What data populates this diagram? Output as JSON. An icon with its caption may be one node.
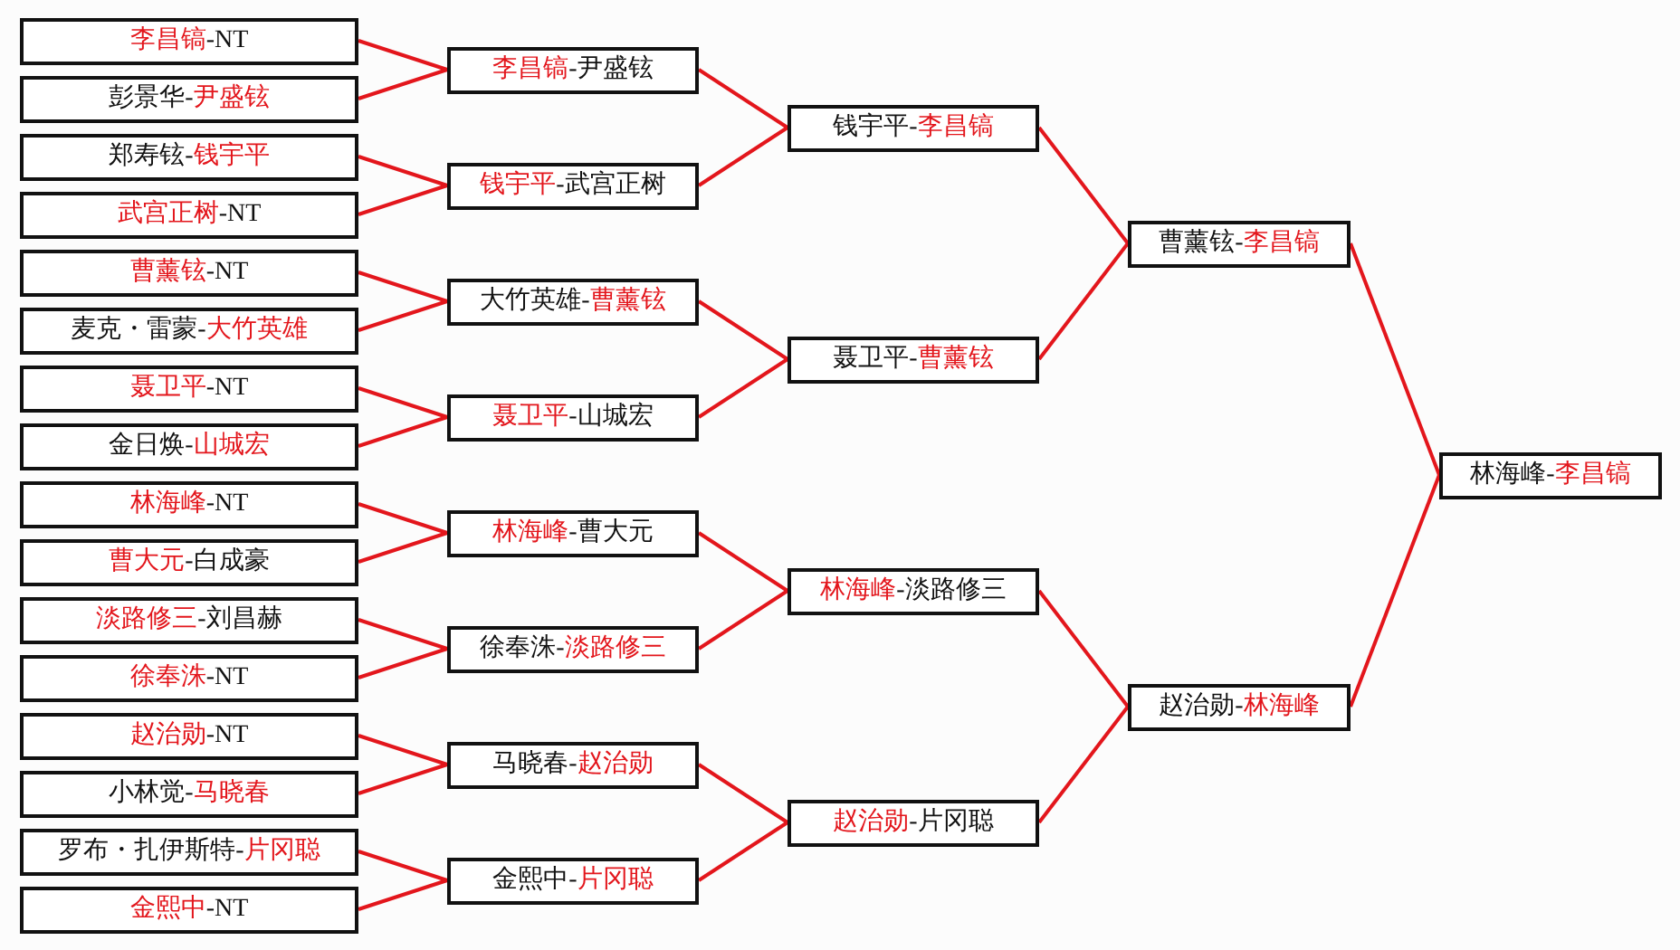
{
  "diagram": {
    "nodes": [
      {
        "text": [
          "李昌镐-NT"
        ]
      },
      {
        "text": [
          "彭景华-尹盛铉"
        ]
      },
      {
        "text": [
          "郑寿铉-钱宇平"
        ]
      },
      {
        "text": [
          "武宫正树-NT"
        ]
      },
      {
        "text": [
          "曹薰铉-NT"
        ]
      },
      {
        "text": [
          "麦克・雷蒙-大竹英雄"
        ]
      },
      {
        "text": [
          "聂卫平-NT"
        ]
      },
      {
        "text": [
          "金日焕-山城宏"
        ]
      },
      {
        "text": [
          "林海峰-NT"
        ]
      },
      {
        "text": [
          "曹大元-白成豪"
        ]
      },
      {
        "text": [
          "淡路修三-刘昌赫"
        ]
      },
      {
        "text": [
          "徐奉洙-NT"
        ]
      },
      {
        "text": [
          "赵治勋-NT"
        ]
      },
      {
        "text": [
          "小林觉-马晓春"
        ]
      },
      {
        "text": [
          "罗布・扎伊斯特-片冈聪"
        ]
      },
      {
        "text": [
          "金熙中-NT"
        ]
      },
      {
        "text": [
          "李昌镐-尹盛铉"
        ]
      },
      {
        "text": [
          "钱宇平-武宫正树"
        ]
      },
      {
        "text": [
          "大竹英雄-曹薰铉"
        ]
      },
      {
        "text": [
          "聂卫平-山城宏"
        ]
      },
      {
        "text": [
          "林海峰-曹大元"
        ]
      },
      {
        "text": [
          "徐奉洙-淡路修三"
        ]
      },
      {
        "text": [
          "马晓春-赵治勋"
        ]
      },
      {
        "text": [
          "金熙中-片冈聪"
        ]
      },
      {
        "text": [
          "钱宇平-李昌镐"
        ]
      },
      {
        "text": [
          "聂卫平-曹薰铉"
        ]
      },
      {
        "text": [
          "林海峰-淡路修三"
        ]
      },
      {
        "text": [
          "赵治勋-片冈聪"
        ]
      },
      {
        "text": [
          "曹薰铉-李昌镐"
        ]
      },
      {
        "text": [
          "赵治勋-林海峰"
        ]
      },
      {
        "text": [
          "林海峰-李昌镐"
        ]
      }
    ],
    "edges": [
      {
        "from": 0,
        "to": 16,
        "arrow": "none"
      },
      {
        "from": 1,
        "to": 16,
        "arrow": "none"
      },
      {
        "from": 2,
        "to": 17,
        "arrow": "none"
      },
      {
        "from": 3,
        "to": 17,
        "arrow": "none"
      },
      {
        "from": 4,
        "to": 18,
        "arrow": "none"
      },
      {
        "from": 5,
        "to": 18,
        "arrow": "none"
      },
      {
        "from": 6,
        "to": 19,
        "arrow": "none"
      },
      {
        "from": 7,
        "to": 19,
        "arrow": "none"
      },
      {
        "from": 8,
        "to": 20,
        "arrow": "none"
      },
      {
        "from": 9,
        "to": 20,
        "arrow": "none"
      },
      {
        "from": 10,
        "to": 21,
        "arrow": "none"
      },
      {
        "from": 11,
        "to": 21,
        "arrow": "none"
      },
      {
        "from": 12,
        "to": 22,
        "arrow": "none"
      },
      {
        "from": 13,
        "to": 22,
        "arrow": "none"
      },
      {
        "from": 14,
        "to": 23,
        "arrow": "none"
      },
      {
        "from": 15,
        "to": 23,
        "arrow": "none"
      },
      {
        "from": 16,
        "to": 24,
        "arrow": "none"
      },
      {
        "from": 17,
        "to": 24,
        "arrow": "none"
      },
      {
        "from": 18,
        "to": 25,
        "arrow": "none"
      },
      {
        "from": 19,
        "to": 25,
        "arrow": "none"
      },
      {
        "from": 20,
        "to": 26,
        "arrow": "none"
      },
      {
        "from": 21,
        "to": 26,
        "arrow": "none"
      },
      {
        "from": 22,
        "to": 27,
        "arrow": "none"
      },
      {
        "from": 23,
        "to": 27,
        "arrow": "none"
      },
      {
        "from": 24,
        "to": 28,
        "arrow": "none"
      },
      {
        "from": 25,
        "to": 28,
        "arrow": "none"
      },
      {
        "from": 26,
        "to": 29,
        "arrow": "none"
      },
      {
        "from": 27,
        "to": 29,
        "arrow": "none"
      },
      {
        "from": 28,
        "to": 30,
        "arrow": "none"
      },
      {
        "from": 29,
        "to": 30,
        "arrow": "none"
      }
    ]
  }
}
